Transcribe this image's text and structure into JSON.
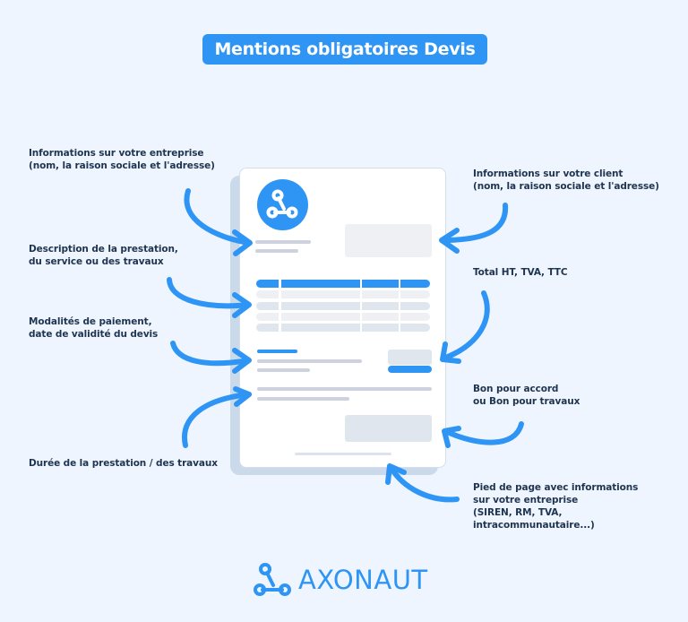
{
  "title": "Mentions obligatoires Devis",
  "labels": {
    "entreprise": "Informations sur votre entreprise\n(nom, la raison sociale et l'adresse)",
    "description": "Description de la prestation,\ndu service ou des travaux",
    "modalites": "Modalités de paiement,\ndate de validité du devis",
    "duree": "Durée de la prestation / des travaux",
    "client": "Informations sur votre client\n(nom, la raison sociale et l'adresse)",
    "total": "Total HT, TVA, TTC",
    "bon": "Bon pour accord\nou Bon pour travaux",
    "pied": "Pied de page avec informations\nsur votre entreprise\n(SIREN, RM, TVA,\nintracommunautaire...)"
  },
  "document": {
    "logo_icon": "axonaut-node-icon",
    "table": {
      "columns": 4,
      "rows": 4
    }
  },
  "brand": {
    "name": "AXONAUT",
    "icon": "axonaut-node-icon"
  },
  "colors": {
    "accent": "#2F95F5",
    "background": "#EEF5FE",
    "text": "#1F3450",
    "placeholder_light": "#EEF0F4",
    "placeholder_mid": "#E0E6EE",
    "placeholder_line": "#CDD2DE"
  }
}
